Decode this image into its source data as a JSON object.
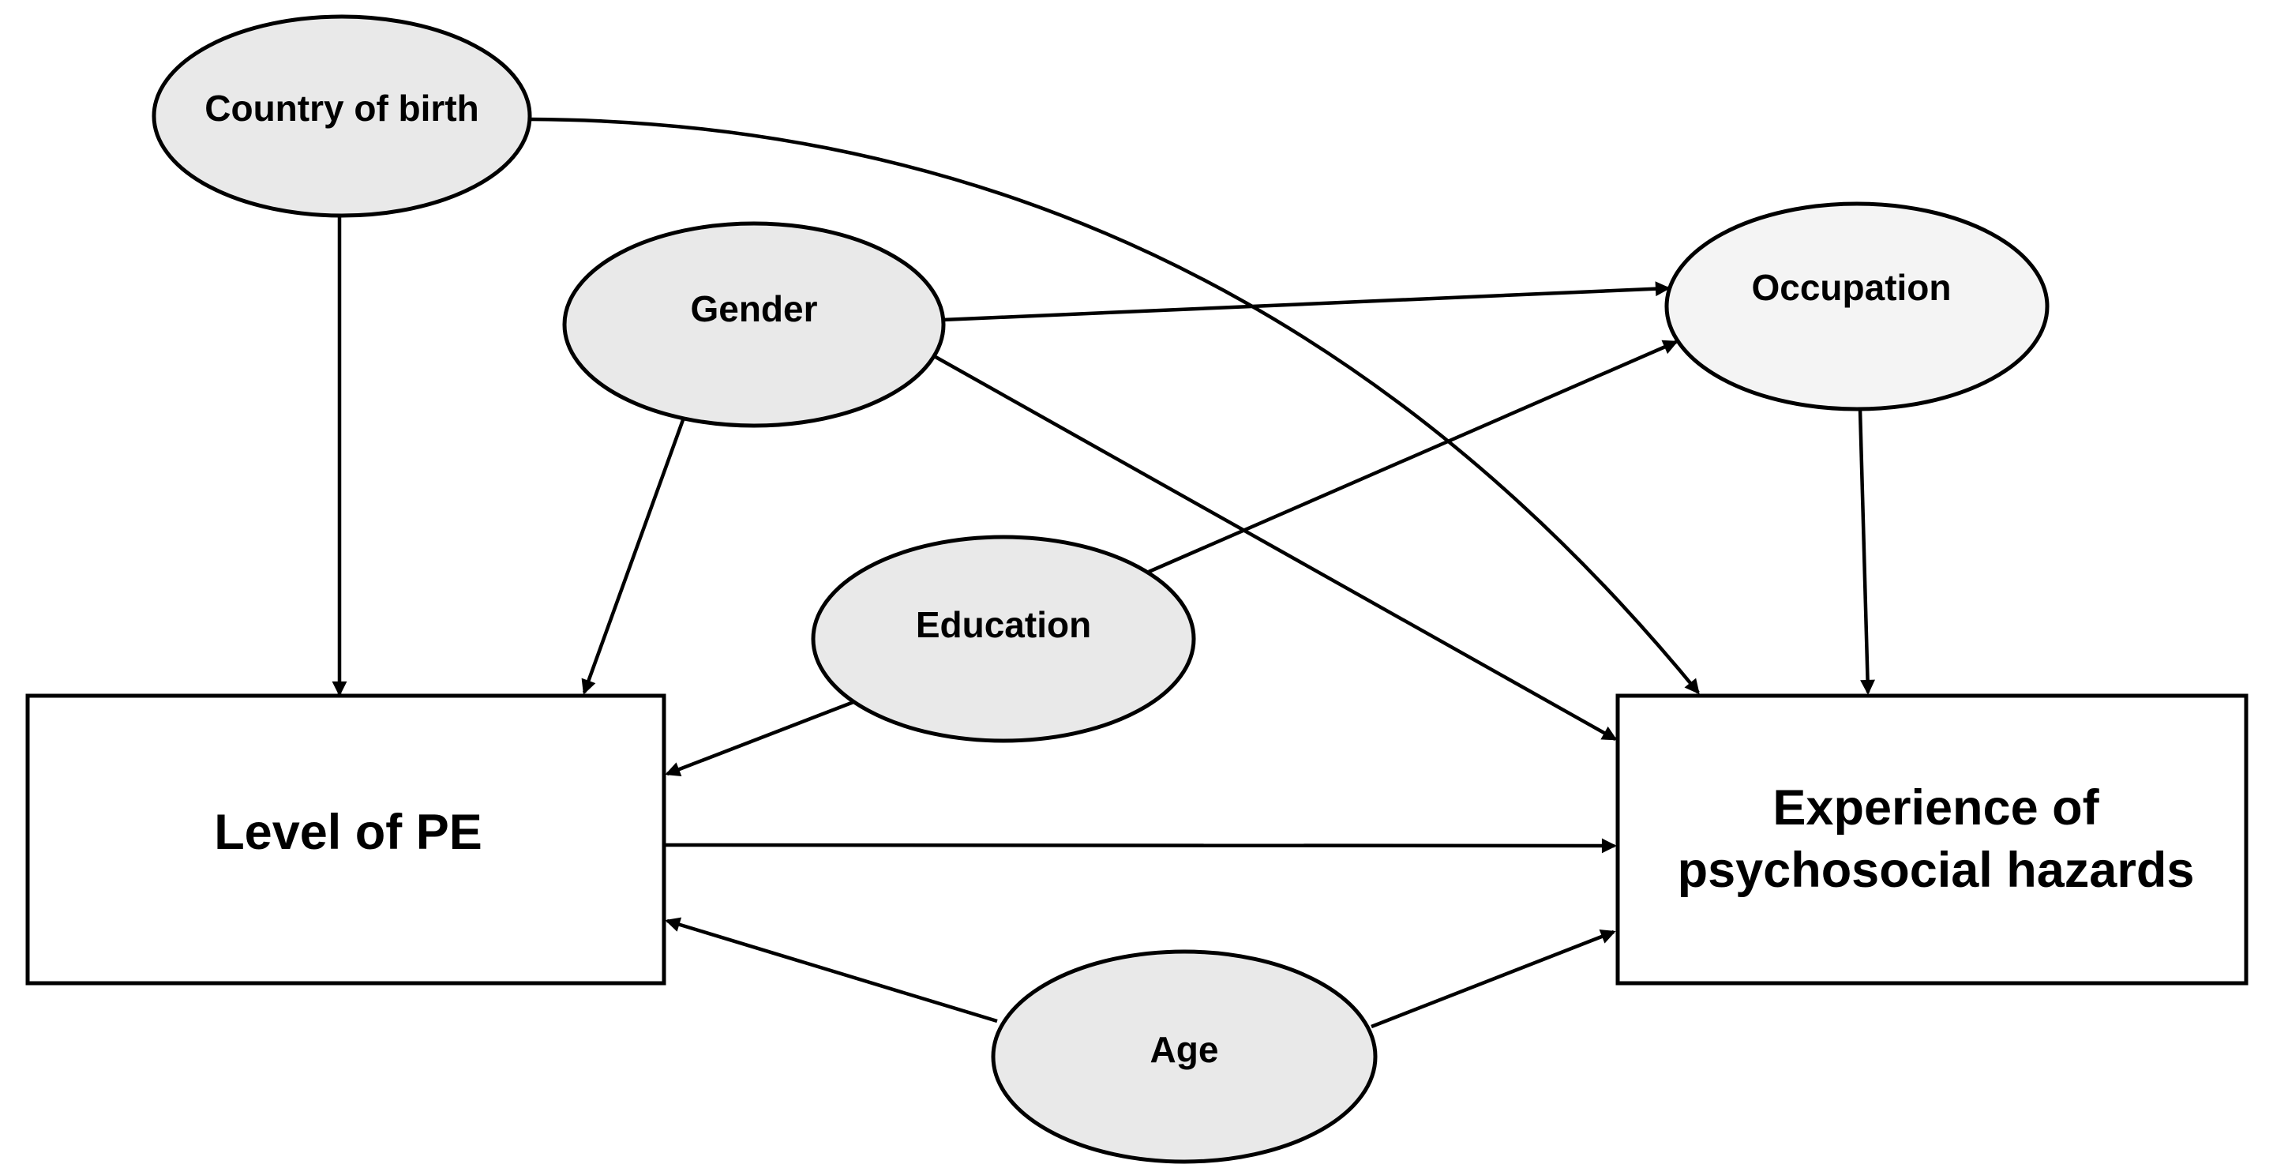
{
  "diagram": {
    "type": "causal-diagram",
    "background_color": "#ffffff",
    "stroke_color": "#000000",
    "nodes": {
      "country_of_birth": {
        "label": "Country of birth",
        "shape": "ellipse",
        "fill": "#e9e9e9"
      },
      "gender": {
        "label": "Gender",
        "shape": "ellipse",
        "fill": "#e9e9e9"
      },
      "education": {
        "label": "Education",
        "shape": "ellipse",
        "fill": "#e9e9e9"
      },
      "occupation": {
        "label": "Occupation",
        "shape": "ellipse",
        "fill": "#f4f4f4"
      },
      "age": {
        "label": "Age",
        "shape": "ellipse",
        "fill": "#e9e9e9"
      },
      "level_of_pe": {
        "label": "Level of PE",
        "shape": "rect",
        "fill": "#ffffff"
      },
      "experience_of_psychosocial_hazards": {
        "label_line1": "Experience of",
        "label_line2": "psychosocial hazards",
        "shape": "rect",
        "fill": "#ffffff"
      }
    },
    "edges": [
      {
        "from": "country_of_birth",
        "to": "level_of_pe"
      },
      {
        "from": "country_of_birth",
        "to": "experience_of_psychosocial_hazards"
      },
      {
        "from": "gender",
        "to": "occupation"
      },
      {
        "from": "gender",
        "to": "level_of_pe"
      },
      {
        "from": "gender",
        "to": "experience_of_psychosocial_hazards"
      },
      {
        "from": "education",
        "to": "occupation"
      },
      {
        "from": "education",
        "to": "level_of_pe"
      },
      {
        "from": "occupation",
        "to": "experience_of_psychosocial_hazards"
      },
      {
        "from": "level_of_pe",
        "to": "experience_of_psychosocial_hazards"
      },
      {
        "from": "age",
        "to": "level_of_pe"
      },
      {
        "from": "age",
        "to": "experience_of_psychosocial_hazards"
      }
    ]
  }
}
